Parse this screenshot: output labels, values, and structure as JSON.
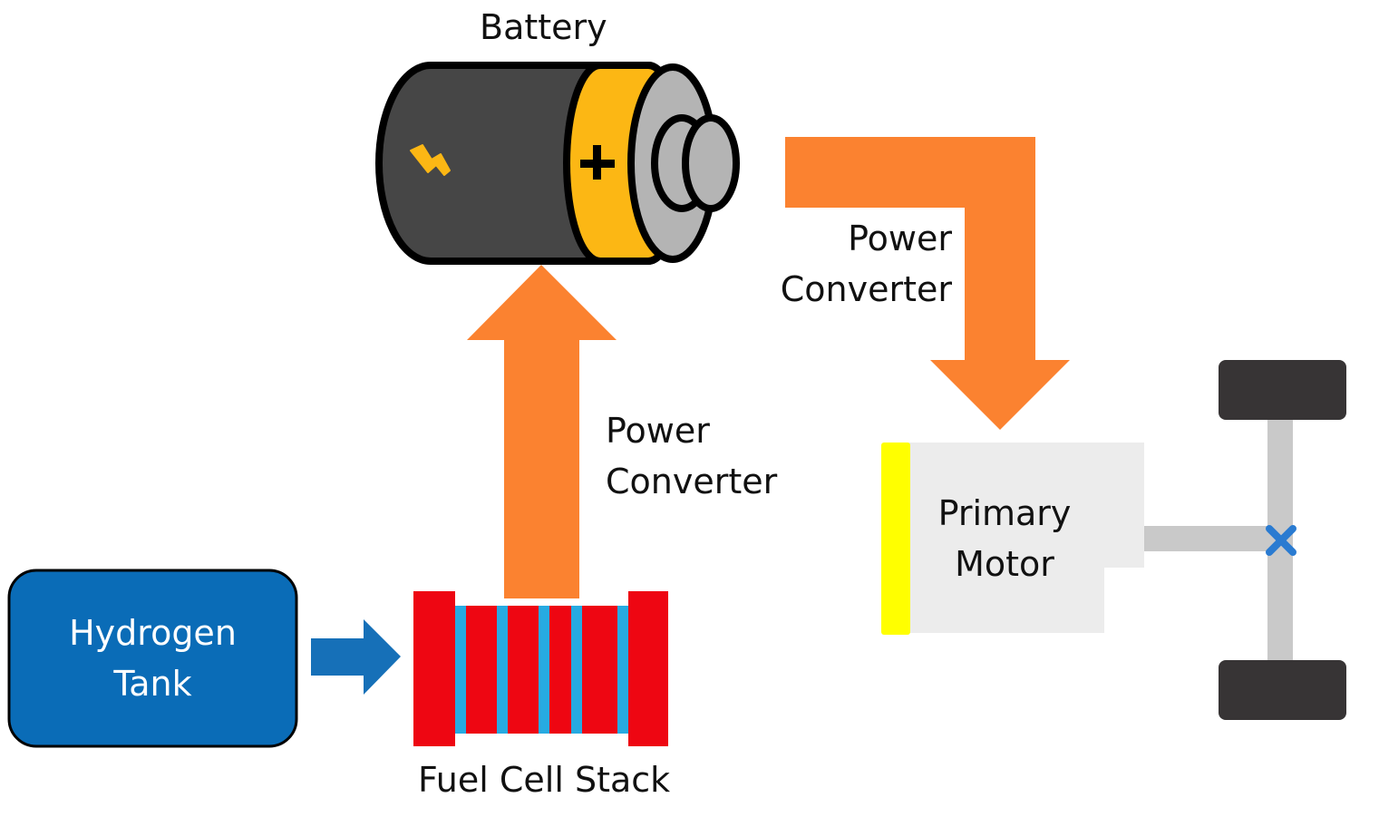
{
  "labels": {
    "battery": "Battery",
    "converter_top": {
      "line1": "Power",
      "line2": "Converter"
    },
    "converter_middle": {
      "line1": "Power",
      "line2": "Converter"
    },
    "motor": {
      "line1": "Primary",
      "line2": "Motor"
    },
    "hydrogen_tank": {
      "line1": "Hydrogen",
      "line2": "Tank"
    },
    "fuel_cell_stack": "Fuel Cell Stack"
  },
  "icons": {
    "battery": "battery-icon",
    "battery_bolt": "lightning-bolt-icon",
    "battery_plus": "plus-icon",
    "axle_cross": "x-mark-icon"
  },
  "colors": {
    "power_arrow": "#fb8230",
    "hydrogen_arrow": "#1670b8",
    "tank_fill": "#0a6cb7",
    "fuel_cell_red": "#ee0612",
    "fuel_cell_membrane": "#27aae1",
    "battery_body": "#464646",
    "battery_band": "#fcb714",
    "battery_cap": "#b4b4b4",
    "motor_body": "#ececec",
    "motor_flange": "#ffff00",
    "axle": "#c9c9c9",
    "wheel": "#373435",
    "cross": "#2a7bd1"
  }
}
